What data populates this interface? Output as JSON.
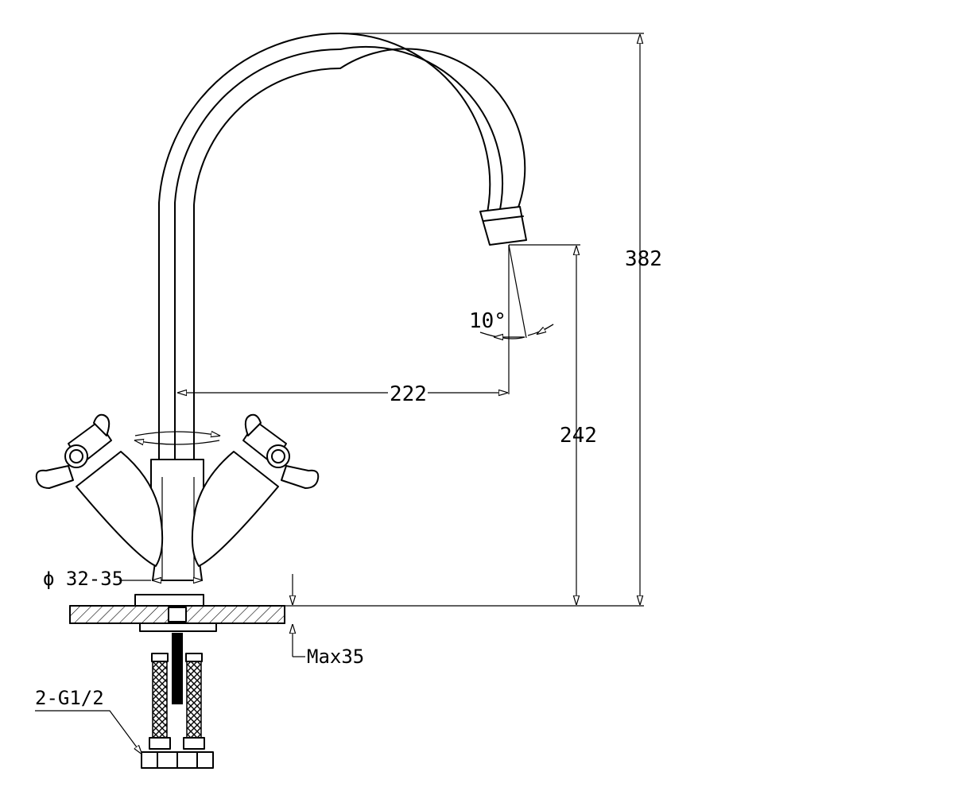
{
  "dimensions": {
    "total_height": "382",
    "spout_height": "242",
    "spout_reach": "222",
    "spout_angle": "10°",
    "mount_hole": "ϕ 32-35",
    "max_counter": "Max35",
    "connection": "2-G1/2"
  }
}
